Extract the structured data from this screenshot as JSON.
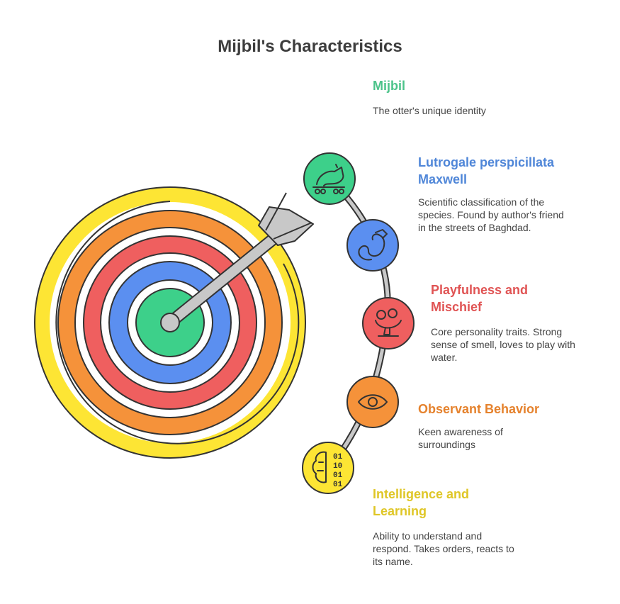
{
  "title": "Mijbil's Characteristics",
  "colors": {
    "green": "#3dd08a",
    "blue": "#5b8ff0",
    "red": "#ef5f5f",
    "orange": "#f5923a",
    "yellow": "#fde534",
    "gray": "#c8c8c8",
    "outline": "#333333"
  },
  "items": [
    {
      "title": "Mijbil",
      "description": "The otter's unique identity",
      "color": "#4cc38a"
    },
    {
      "title": "Lutrogale perspicillata\nMaxwell",
      "description": "Scientific classification of the species. Found by author's friend in the streets of Baghdad.",
      "color": "#4f86d8",
      "icon": "otter-icon"
    },
    {
      "title": "Playfulness and\nMischief",
      "description": "Core personality traits. Strong sense of smell, loves to play with water.",
      "color": "#e05454",
      "icon": "snake-icon"
    },
    {
      "title": "Observant Behavior",
      "description": "Keen awareness of surroundings",
      "color": "#e5822d",
      "icon": "playful-face-icon"
    },
    {
      "title": "Intelligence and\nLearning",
      "description": "Ability to understand and respond. Takes orders, reacts to its name.",
      "color": "#dfc626",
      "icon": "eye-icon"
    }
  ],
  "extra_icon": "brain-binary-icon"
}
